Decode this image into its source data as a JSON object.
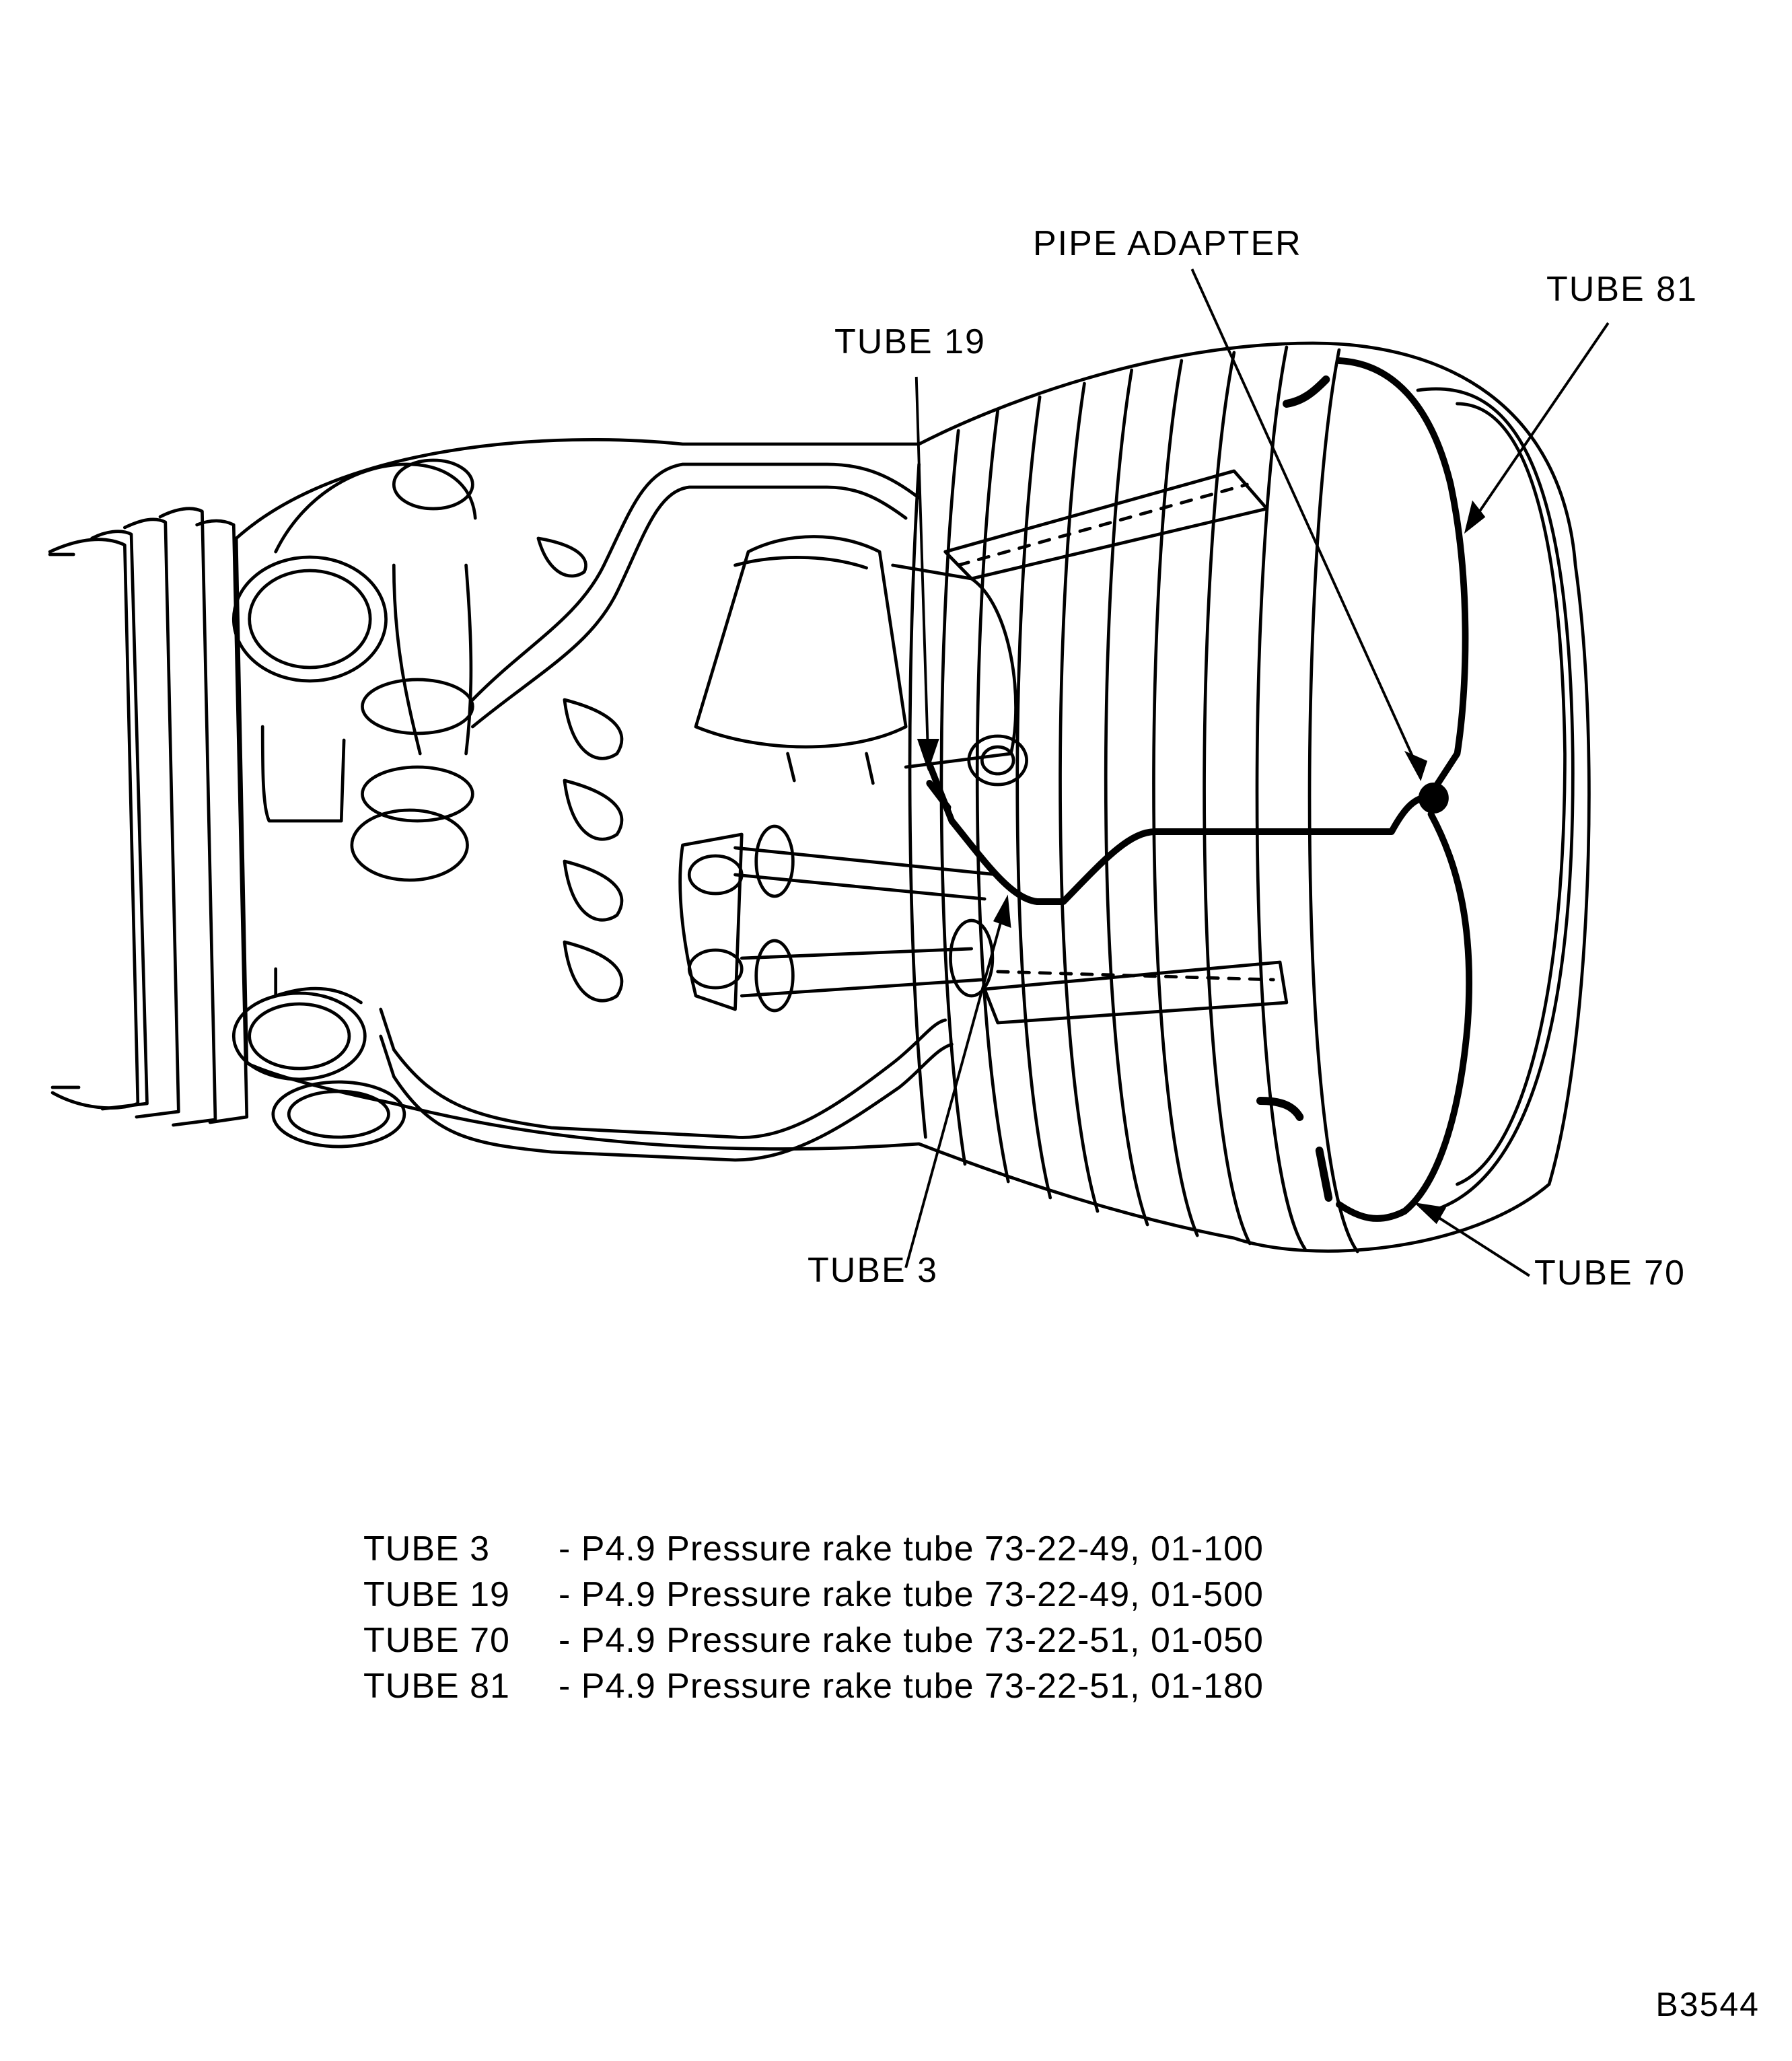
{
  "callouts": {
    "pipe_adapter": "PIPE ADAPTER",
    "tube_81": "TUBE 81",
    "tube_19": "TUBE 19",
    "tube_3": "TUBE 3",
    "tube_70": "TUBE 70"
  },
  "legend": [
    {
      "tube": "TUBE 3",
      "description": "- P4.9 Pressure rake tube 73-22-49, 01-100"
    },
    {
      "tube": "TUBE 19",
      "description": "- P4.9 Pressure rake tube 73-22-49, 01-500"
    },
    {
      "tube": "TUBE 70",
      "description": "- P4.9 Pressure rake tube 73-22-51, 01-050"
    },
    {
      "tube": "TUBE 81",
      "description": "- P4.9 Pressure rake tube 73-22-51, 01-180"
    }
  ],
  "figure_id": "B3544"
}
